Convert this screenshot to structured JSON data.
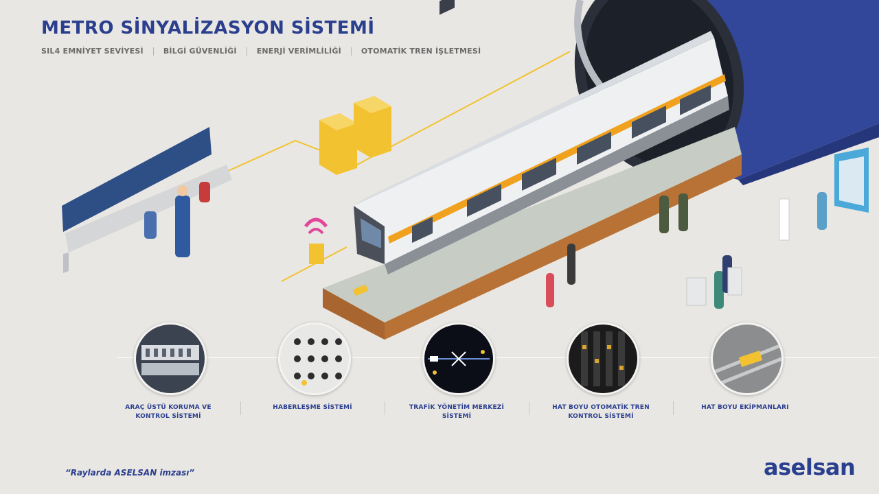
{
  "header": {
    "title": "METRO SİNYALİZASYON SİSTEMİ",
    "features": [
      "SIL4 EMNİYET SEVİYESİ",
      "BİLGİ GÜVENLİĞİ",
      "ENERJİ VERİMLİLİĞİ",
      "OTOMATİK TREN İŞLETMESİ"
    ]
  },
  "systems": [
    {
      "label_line1": "ARAÇ ÜSTÜ KORUMA VE",
      "label_line2": "KONTROL SİSTEMİ"
    },
    {
      "label_line1": "HABERLEŞME SİSTEMİ",
      "label_line2": ""
    },
    {
      "label_line1": "TRAFİK YÖNETİM MERKEZİ",
      "label_line2": "SİSTEMİ"
    },
    {
      "label_line1": "HAT BOYU OTOMATİK TREN",
      "label_line2": "KONTROL SİSTEMİ"
    },
    {
      "label_line1": "HAT BOYU EKİPMANLARI",
      "label_line2": ""
    }
  ],
  "footer": {
    "slogan": "“Raylarda ASELSAN imzası”",
    "brand": "aselsan"
  },
  "colors": {
    "brand_blue": "#2b3f8f",
    "accent_yellow": "#f2c230",
    "train_orange": "#f0a21f",
    "tunnel_blue": "#33479a",
    "background": "#e9e7e3"
  }
}
